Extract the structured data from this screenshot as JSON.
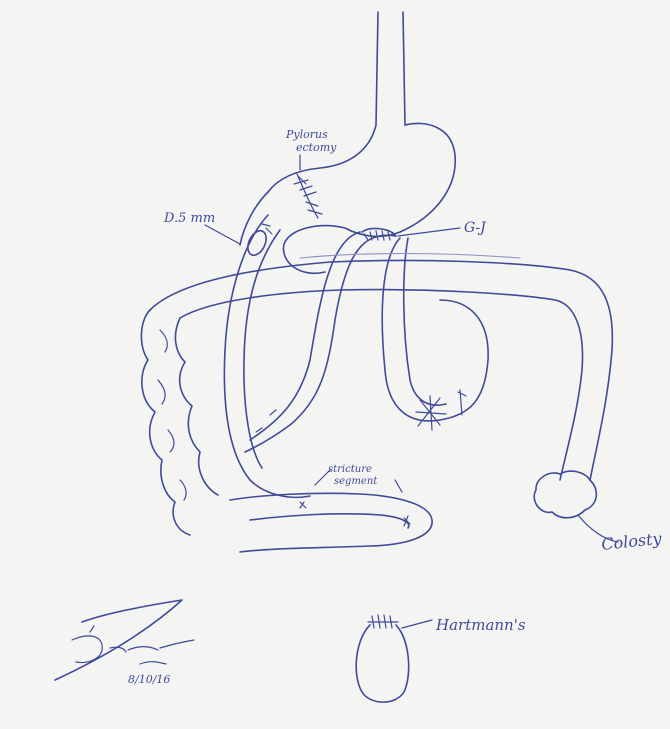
{
  "labels": {
    "pylorus": "Pylorus",
    "pylorus_line2": "ectomy",
    "d5_label": "D.5 mm",
    "g_j": "G-J",
    "stricture": "stricture",
    "stricture_line2": "segment",
    "colostomy": "Colosty",
    "hartmann": "Hartmann's",
    "signature_date": "8/10/16"
  },
  "colors": {
    "ink": "#3f4a9a",
    "paper": "#f4f4f2"
  },
  "icons": {
    "signature": "handwritten-signature"
  }
}
